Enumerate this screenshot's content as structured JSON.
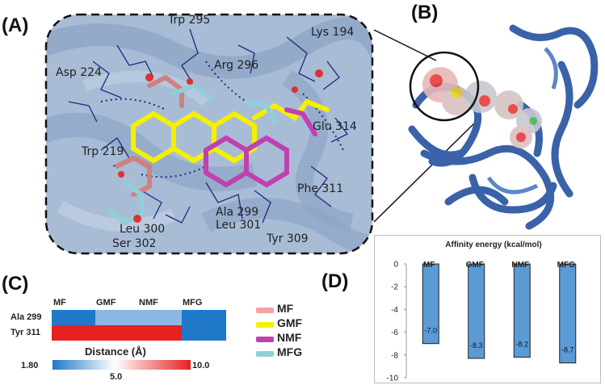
{
  "panels": {
    "a": "(A)",
    "b": "(B)",
    "c": "(C)",
    "d": "(D)"
  },
  "residues": [
    {
      "id": "trp295",
      "label": "Trp 295"
    },
    {
      "id": "lys194",
      "label": "Lys 194"
    },
    {
      "id": "arg296",
      "label": "Arg 296"
    },
    {
      "id": "asp224",
      "label": "Asp 224"
    },
    {
      "id": "glu314",
      "label": "Glu 314"
    },
    {
      "id": "trp219",
      "label": "Trp 219"
    },
    {
      "id": "phe311",
      "label": "Phe 311"
    },
    {
      "id": "ala299",
      "label": "Ala 299"
    },
    {
      "id": "leu301",
      "label": "Leu 301"
    },
    {
      "id": "leu300",
      "label": "Leu 300"
    },
    {
      "id": "ser302",
      "label": "Ser 302"
    },
    {
      "id": "tyr309",
      "label": "Tyr 309"
    }
  ],
  "ligand_legend": [
    {
      "label": "MF",
      "color": "#f4a3a3"
    },
    {
      "label": "GMF",
      "color": "#f5f000"
    },
    {
      "label": "NMF",
      "color": "#c040b0"
    },
    {
      "label": "MFG",
      "color": "#8fd0d8"
    }
  ],
  "heatmap": {
    "columns": [
      "MF",
      "GMF",
      "NMF",
      "MFG"
    ],
    "rows": [
      "Ala 299",
      "Tyr 311"
    ],
    "colorbar_title": "Distance (Å)",
    "colorbar_min": "1.80",
    "colorbar_mid": "5.0",
    "colorbar_max": "10.0",
    "colors": {
      "row1": [
        "#1f78c8",
        "#8ab8e2",
        "#8ab8e2",
        "#1f78c8"
      ],
      "row2": [
        "#e82020",
        "#e82020",
        "#e82020",
        "#1f78c8"
      ]
    }
  },
  "chart_data": {
    "type": "bar",
    "title": "Affinity energy (kcal/mol)",
    "categories": [
      "MF",
      "GMF",
      "NMF",
      "MFG"
    ],
    "values": [
      -7.0,
      -8.3,
      -8.2,
      -8.7
    ],
    "value_labels": [
      "-7.0",
      "-8.3",
      "-8.2",
      "-8.7"
    ],
    "ylim": [
      -10,
      0
    ],
    "yticks": [
      0,
      -2,
      -4,
      -6,
      -8,
      -10
    ],
    "bar_color": "#5b9bd5",
    "grid": false
  }
}
